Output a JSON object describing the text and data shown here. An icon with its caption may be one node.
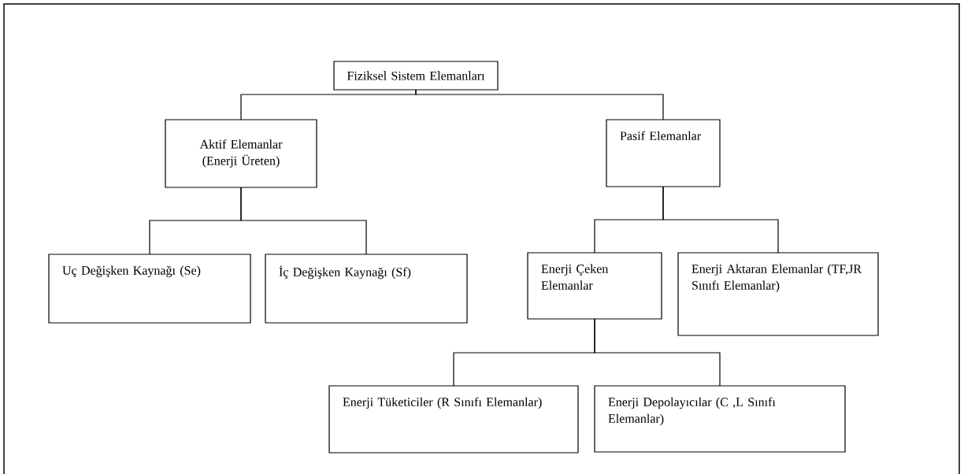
{
  "diagram": {
    "nodes": [
      {
        "text": [
          "Fiziksel Sistem Elemanları"
        ]
      },
      {
        "text": [
          "Aktif Elemanlar (Enerji Üreten)"
        ]
      },
      {
        "text": [
          "Pasif Elemanlar"
        ]
      },
      {
        "text": [
          "Uç Değişken Kaynağı (Se)"
        ]
      },
      {
        "text": [
          "İç Değişken Kaynağı (Sf)"
        ]
      },
      {
        "text": [
          "Enerji Çeken Elemanlar"
        ]
      },
      {
        "text": [
          "Enerji Aktaran Elemanlar (TF,JR Sınıfı Elemanlar)"
        ]
      },
      {
        "text": [
          "Enerji Tüketiciler (R Sınıfı Elemanlar)"
        ]
      },
      {
        "text": [
          "Enerji Depolayıcılar (C ,L Sınıfı Elemanlar)"
        ]
      }
    ],
    "edges": [
      {
        "from": 0,
        "to": 1,
        "arrow": "none"
      },
      {
        "from": 0,
        "to": 2,
        "arrow": "none"
      },
      {
        "from": 1,
        "to": 3,
        "arrow": "none"
      },
      {
        "from": 1,
        "to": 4,
        "arrow": "none"
      },
      {
        "from": 2,
        "to": 5,
        "arrow": "none"
      },
      {
        "from": 2,
        "to": 6,
        "arrow": "none"
      },
      {
        "from": 5,
        "to": 7,
        "arrow": "none"
      },
      {
        "from": 5,
        "to": 8,
        "arrow": "none"
      }
    ]
  }
}
